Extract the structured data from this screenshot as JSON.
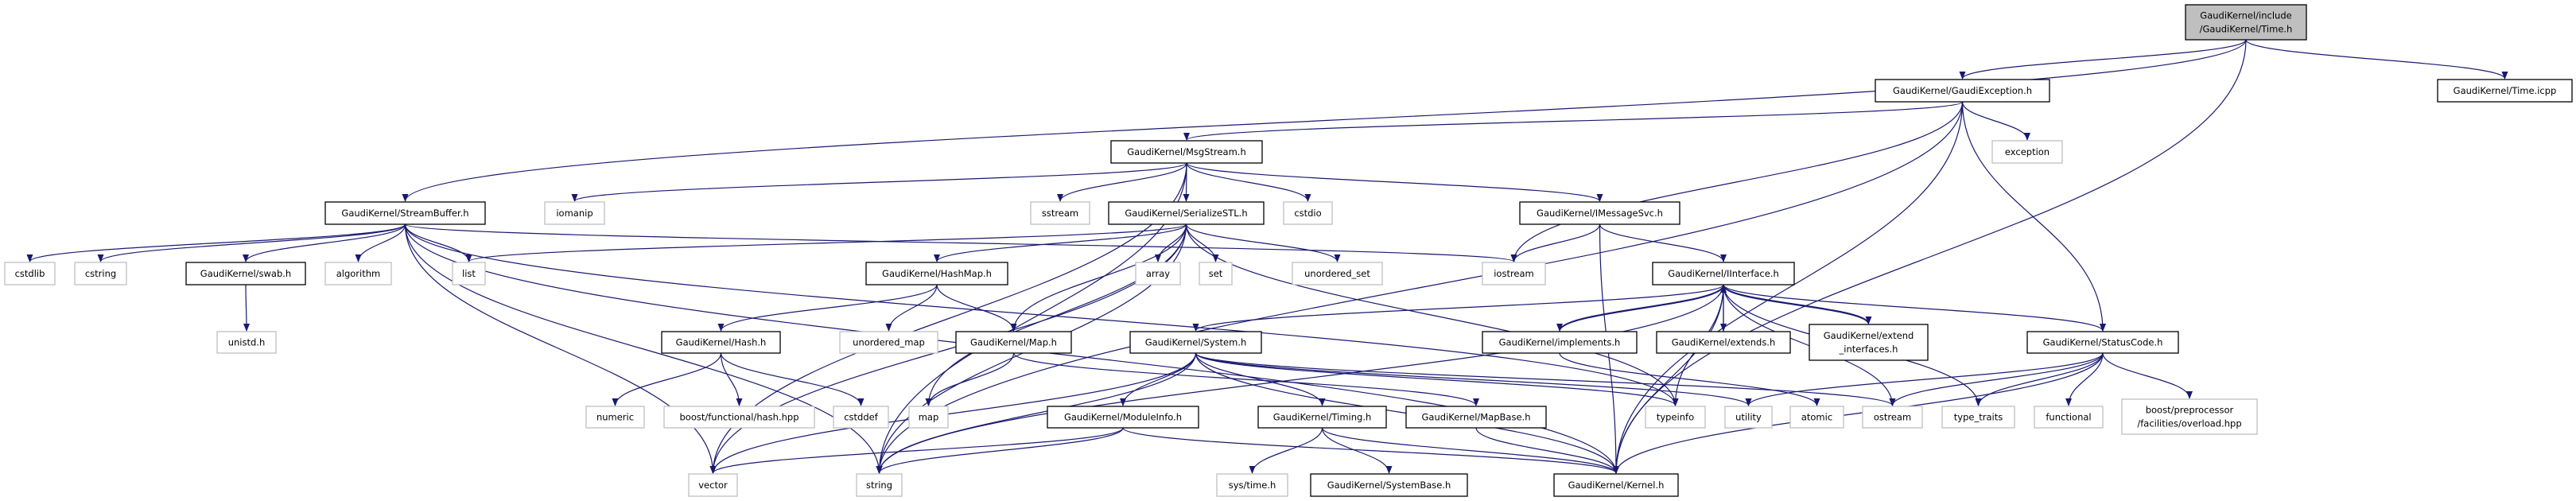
{
  "colors": {
    "edge": "#191970",
    "root_fill": "#bfbfbf",
    "internal_border": "#000000",
    "external_border": "#bfbfbf"
  },
  "nodes": [
    {
      "id": "time_h",
      "kind": "root",
      "lines": [
        "GaudiKernel/include",
        "/GaudiKernel/Time.h"
      ]
    },
    {
      "id": "time_icpp",
      "kind": "internal",
      "lines": [
        "GaudiKernel/Time.icpp"
      ]
    },
    {
      "id": "gaudiexception",
      "kind": "internal",
      "lines": [
        "GaudiKernel/GaudiException.h"
      ]
    },
    {
      "id": "exception",
      "kind": "external",
      "lines": [
        "exception"
      ]
    },
    {
      "id": "streambuffer",
      "kind": "internal",
      "lines": [
        "GaudiKernel/StreamBuffer.h"
      ]
    },
    {
      "id": "iomanip",
      "kind": "external",
      "lines": [
        "iomanip"
      ]
    },
    {
      "id": "msgstream",
      "kind": "internal",
      "lines": [
        "GaudiKernel/MsgStream.h"
      ]
    },
    {
      "id": "sstream",
      "kind": "external",
      "lines": [
        "sstream"
      ]
    },
    {
      "id": "serializestl",
      "kind": "internal",
      "lines": [
        "GaudiKernel/SerializeSTL.h"
      ]
    },
    {
      "id": "cstdio",
      "kind": "external",
      "lines": [
        "cstdio"
      ]
    },
    {
      "id": "imessagesvc",
      "kind": "internal",
      "lines": [
        "GaudiKernel/IMessageSvc.h"
      ]
    },
    {
      "id": "cstdlib",
      "kind": "external",
      "lines": [
        "cstdlib"
      ]
    },
    {
      "id": "cstring",
      "kind": "external",
      "lines": [
        "cstring"
      ]
    },
    {
      "id": "swab",
      "kind": "internal",
      "lines": [
        "GaudiKernel/swab.h"
      ]
    },
    {
      "id": "algorithm",
      "kind": "external",
      "lines": [
        "algorithm"
      ]
    },
    {
      "id": "list",
      "kind": "external",
      "lines": [
        "list"
      ]
    },
    {
      "id": "hashmap",
      "kind": "internal",
      "lines": [
        "GaudiKernel/HashMap.h"
      ]
    },
    {
      "id": "array",
      "kind": "external",
      "lines": [
        "array"
      ]
    },
    {
      "id": "set",
      "kind": "external",
      "lines": [
        "set"
      ]
    },
    {
      "id": "unordered_set",
      "kind": "external",
      "lines": [
        "unordered_set"
      ]
    },
    {
      "id": "iostream",
      "kind": "external",
      "lines": [
        "iostream"
      ]
    },
    {
      "id": "iinterface",
      "kind": "internal",
      "lines": [
        "GaudiKernel/IInterface.h"
      ]
    },
    {
      "id": "unistd",
      "kind": "external",
      "lines": [
        "unistd.h"
      ]
    },
    {
      "id": "hash",
      "kind": "internal",
      "lines": [
        "GaudiKernel/Hash.h"
      ]
    },
    {
      "id": "unordered_map",
      "kind": "external",
      "lines": [
        "unordered_map"
      ]
    },
    {
      "id": "map_h",
      "kind": "internal",
      "lines": [
        "GaudiKernel/Map.h"
      ]
    },
    {
      "id": "system",
      "kind": "internal",
      "lines": [
        "GaudiKernel/System.h"
      ]
    },
    {
      "id": "implements",
      "kind": "internal",
      "lines": [
        "GaudiKernel/implements.h"
      ]
    },
    {
      "id": "extends",
      "kind": "internal",
      "lines": [
        "GaudiKernel/extends.h"
      ]
    },
    {
      "id": "extend_interfaces",
      "kind": "internal",
      "lines": [
        "GaudiKernel/extend",
        "_interfaces.h"
      ]
    },
    {
      "id": "statuscode",
      "kind": "internal",
      "lines": [
        "GaudiKernel/StatusCode.h"
      ]
    },
    {
      "id": "numeric",
      "kind": "external",
      "lines": [
        "numeric"
      ]
    },
    {
      "id": "boost_hash",
      "kind": "external",
      "lines": [
        "boost/functional/hash.hpp"
      ]
    },
    {
      "id": "cstddef",
      "kind": "external",
      "lines": [
        "cstddef"
      ]
    },
    {
      "id": "map",
      "kind": "external",
      "lines": [
        "map"
      ]
    },
    {
      "id": "moduleinfo",
      "kind": "internal",
      "lines": [
        "GaudiKernel/ModuleInfo.h"
      ]
    },
    {
      "id": "timing",
      "kind": "internal",
      "lines": [
        "GaudiKernel/Timing.h"
      ]
    },
    {
      "id": "mapbase",
      "kind": "internal",
      "lines": [
        "GaudiKernel/MapBase.h"
      ]
    },
    {
      "id": "typeinfo",
      "kind": "external",
      "lines": [
        "typeinfo"
      ]
    },
    {
      "id": "utility",
      "kind": "external",
      "lines": [
        "utility"
      ]
    },
    {
      "id": "atomic",
      "kind": "external",
      "lines": [
        "atomic"
      ]
    },
    {
      "id": "ostream",
      "kind": "external",
      "lines": [
        "ostream"
      ]
    },
    {
      "id": "type_traits",
      "kind": "external",
      "lines": [
        "type_traits"
      ]
    },
    {
      "id": "functional",
      "kind": "external",
      "lines": [
        "functional"
      ]
    },
    {
      "id": "boost_pp",
      "kind": "external",
      "lines": [
        "boost/preprocessor",
        "/facilities/overload.hpp"
      ]
    },
    {
      "id": "vector",
      "kind": "external",
      "lines": [
        "vector"
      ]
    },
    {
      "id": "string",
      "kind": "external",
      "lines": [
        "string"
      ]
    },
    {
      "id": "systime",
      "kind": "external",
      "lines": [
        "sys/time.h"
      ]
    },
    {
      "id": "systembase",
      "kind": "internal",
      "lines": [
        "GaudiKernel/SystemBase.h"
      ]
    },
    {
      "id": "kernel",
      "kind": "internal",
      "lines": [
        "GaudiKernel/Kernel.h"
      ]
    }
  ],
  "edges": [
    [
      "time_h",
      "streambuffer"
    ],
    [
      "time_h",
      "gaudiexception"
    ],
    [
      "time_h",
      "time_icpp"
    ],
    [
      "time_h",
      "kernel"
    ],
    [
      "gaudiexception",
      "msgstream"
    ],
    [
      "gaudiexception",
      "string"
    ],
    [
      "gaudiexception",
      "iostream"
    ],
    [
      "gaudiexception",
      "exception"
    ],
    [
      "gaudiexception",
      "statuscode"
    ],
    [
      "gaudiexception",
      "kernel"
    ],
    [
      "msgstream",
      "sstream"
    ],
    [
      "msgstream",
      "serializestl"
    ],
    [
      "msgstream",
      "cstdio"
    ],
    [
      "msgstream",
      "imessagesvc"
    ],
    [
      "msgstream",
      "iomanip"
    ],
    [
      "msgstream",
      "string"
    ],
    [
      "msgstream",
      "vector"
    ],
    [
      "streambuffer",
      "cstdlib"
    ],
    [
      "streambuffer",
      "cstring"
    ],
    [
      "streambuffer",
      "swab"
    ],
    [
      "streambuffer",
      "algorithm"
    ],
    [
      "streambuffer",
      "list"
    ],
    [
      "streambuffer",
      "vector"
    ],
    [
      "streambuffer",
      "string"
    ],
    [
      "streambuffer",
      "typeinfo"
    ],
    [
      "streambuffer",
      "iostream"
    ],
    [
      "streambuffer",
      "kernel"
    ],
    [
      "swab",
      "unistd"
    ],
    [
      "serializestl",
      "list"
    ],
    [
      "serializestl",
      "hashmap"
    ],
    [
      "serializestl",
      "map_h"
    ],
    [
      "serializestl",
      "array"
    ],
    [
      "serializestl",
      "set"
    ],
    [
      "serializestl",
      "unordered_set"
    ],
    [
      "serializestl",
      "vector"
    ],
    [
      "serializestl",
      "string"
    ],
    [
      "serializestl",
      "map"
    ],
    [
      "serializestl",
      "typeinfo"
    ],
    [
      "imessagesvc",
      "iostream"
    ],
    [
      "imessagesvc",
      "iinterface"
    ],
    [
      "imessagesvc",
      "kernel"
    ],
    [
      "hashmap",
      "hash"
    ],
    [
      "hashmap",
      "unordered_map"
    ],
    [
      "hashmap",
      "map_h"
    ],
    [
      "hash",
      "numeric"
    ],
    [
      "hash",
      "boost_hash"
    ],
    [
      "hash",
      "cstddef"
    ],
    [
      "map_h",
      "map"
    ],
    [
      "map_h",
      "mapbase"
    ],
    [
      "iinterface",
      "system"
    ],
    [
      "iinterface",
      "implements"
    ],
    [
      "iinterface",
      "extends"
    ],
    [
      "iinterface",
      "extend_interfaces"
    ],
    [
      "iinterface",
      "statuscode"
    ],
    [
      "iinterface",
      "typeinfo"
    ],
    [
      "iinterface",
      "ostream"
    ],
    [
      "iinterface",
      "type_traits"
    ],
    [
      "iinterface",
      "kernel"
    ],
    [
      "iinterface",
      "string"
    ],
    [
      "implements",
      "iinterface"
    ],
    [
      "implements",
      "atomic"
    ],
    [
      "extends",
      "iinterface"
    ],
    [
      "extend_interfaces",
      "iinterface"
    ],
    [
      "system",
      "moduleinfo"
    ],
    [
      "system",
      "timing"
    ],
    [
      "system",
      "typeinfo"
    ],
    [
      "system",
      "utility"
    ],
    [
      "system",
      "ostream"
    ],
    [
      "system",
      "kernel"
    ],
    [
      "system",
      "string"
    ],
    [
      "system",
      "vector"
    ],
    [
      "moduleinfo",
      "kernel"
    ],
    [
      "moduleinfo",
      "string"
    ],
    [
      "moduleinfo",
      "vector"
    ],
    [
      "timing",
      "systime"
    ],
    [
      "timing",
      "systembase"
    ],
    [
      "timing",
      "kernel"
    ],
    [
      "mapbase",
      "kernel"
    ],
    [
      "statuscode",
      "utility"
    ],
    [
      "statuscode",
      "ostream"
    ],
    [
      "statuscode",
      "type_traits"
    ],
    [
      "statuscode",
      "functional"
    ],
    [
      "statuscode",
      "boost_pp"
    ],
    [
      "statuscode",
      "kernel"
    ]
  ]
}
